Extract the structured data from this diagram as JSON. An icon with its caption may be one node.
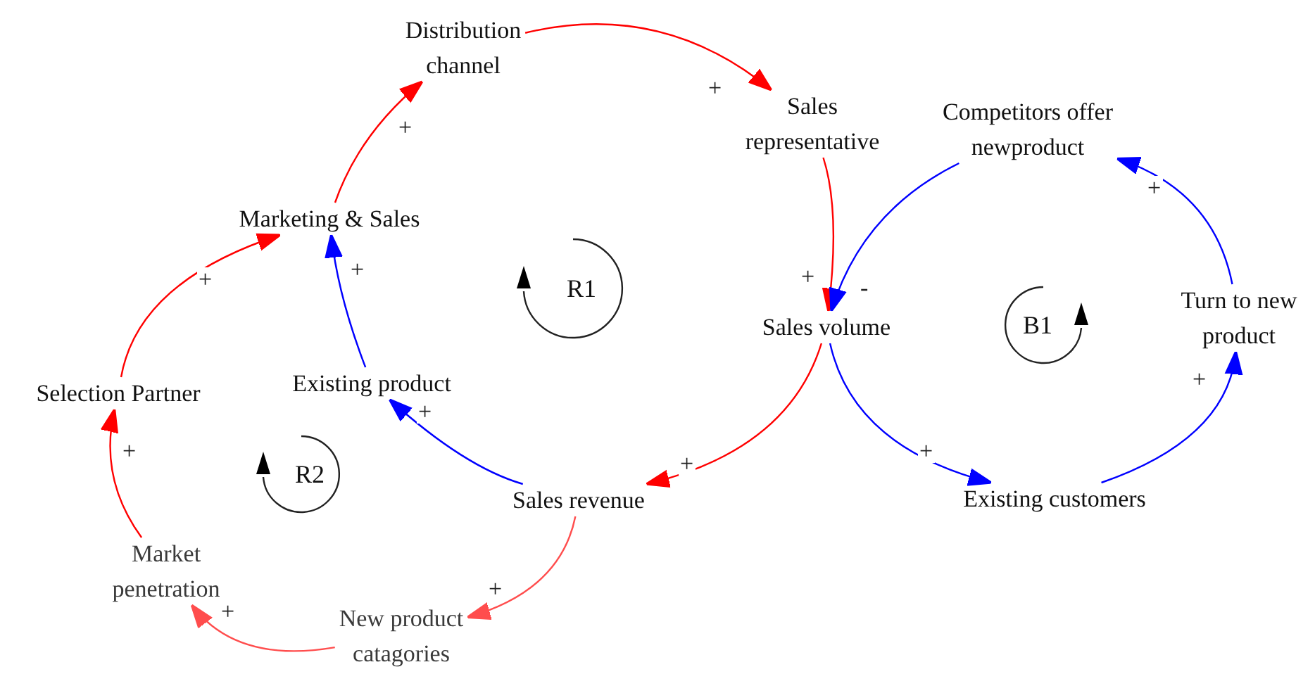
{
  "diagram": {
    "nodes": [
      {
        "text": [
          "Distribution channel"
        ]
      },
      {
        "text": [
          "Sales representative"
        ]
      },
      {
        "text": [
          "Competitors offer newproduct"
        ]
      },
      {
        "text": [
          "Marketing & Sales"
        ]
      },
      {
        "text": [
          "Turn to new product"
        ]
      },
      {
        "text": [
          "Sales volume"
        ]
      },
      {
        "text": [
          "Selection Partner"
        ]
      },
      {
        "text": [
          "Existing product"
        ]
      },
      {
        "text": [
          "Existing customers"
        ]
      },
      {
        "text": [
          "Sales revenue"
        ]
      },
      {
        "text": [
          "Market penetration"
        ]
      },
      {
        "text": [
          "New product catagories"
        ]
      }
    ],
    "edges": [
      {
        "from": 0,
        "to": 1,
        "arrow": "to",
        "label": "+"
      },
      {
        "from": 1,
        "to": 5,
        "arrow": "to",
        "label": "+"
      },
      {
        "from": 2,
        "to": 5,
        "arrow": "to",
        "label": "-",
        "color": "#0000ff"
      },
      {
        "from": 5,
        "to": 9,
        "arrow": "to",
        "label": "+"
      },
      {
        "from": 5,
        "to": 8,
        "arrow": "to",
        "label": "+",
        "color": "#0000ff"
      },
      {
        "from": 8,
        "to": 4,
        "arrow": "to",
        "label": "+",
        "color": "#0000ff"
      },
      {
        "from": 4,
        "to": 2,
        "arrow": "to",
        "label": "+",
        "color": "#0000ff"
      },
      {
        "from": 9,
        "to": 7,
        "arrow": "to",
        "label": "+",
        "color": "#0000ff"
      },
      {
        "from": 7,
        "to": 3,
        "arrow": "to",
        "label": "+",
        "color": "#0000ff"
      },
      {
        "from": 3,
        "to": 0,
        "arrow": "to",
        "label": "+"
      },
      {
        "from": 6,
        "to": 3,
        "arrow": "to",
        "label": "+"
      },
      {
        "from": 10,
        "to": 6,
        "arrow": "to",
        "label": "+"
      },
      {
        "from": 11,
        "to": 10,
        "arrow": "to",
        "label": "+",
        "color": "#ff4d4d"
      },
      {
        "from": 9,
        "to": 11,
        "arrow": "to",
        "label": "+",
        "color": "#ff4d4d"
      }
    ],
    "labels": [
      "R1",
      "B1",
      "R2"
    ]
  }
}
